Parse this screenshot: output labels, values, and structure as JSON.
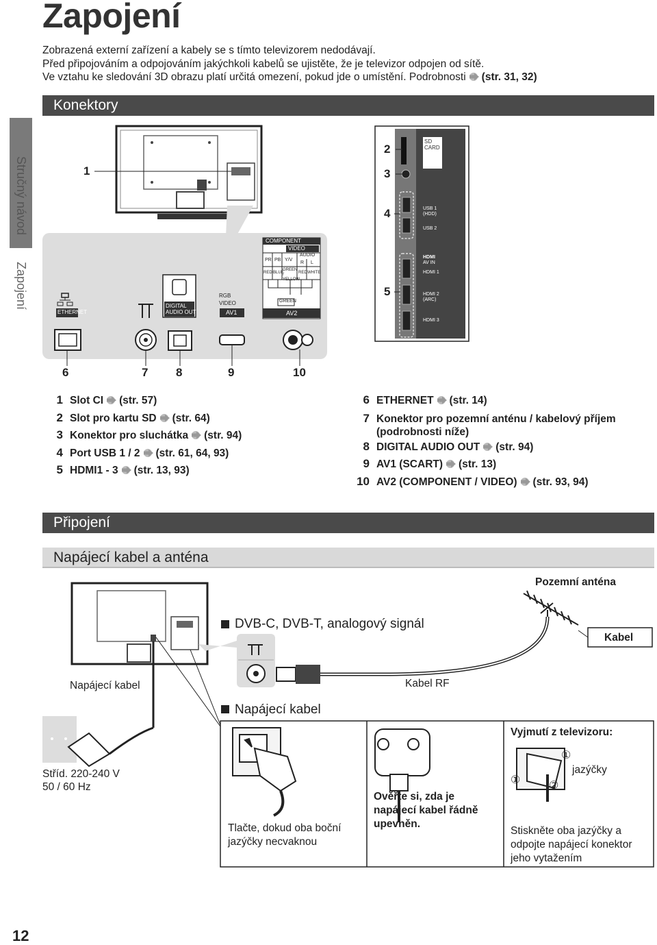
{
  "page": {
    "title": "Zapojení",
    "page_number": "12"
  },
  "intro": {
    "line1": "Zobrazená externí zařízení a kabely se s tímto televizorem nedodávají.",
    "line2": "Před připojováním a odpojováním jakýchkoli kabelů se ujistěte, že je televizor odpojen od sítě.",
    "line3": "Ve vztahu ke sledování 3D obrazu platí určitá omezení, pokud jde o umístění. Podrobnosti",
    "line3_ref": "(str. 31, 32)"
  },
  "side_tabs": {
    "active": "Stručný návod",
    "sub": "Zapojení"
  },
  "sections": {
    "konektory": "Konektory",
    "pripojeni": "Připojení",
    "napajeci_anteny": "Napájecí kabel a anténa"
  },
  "diagram_labels": {
    "component": "COMPONENT",
    "video": "VIDEO",
    "audio": "AUDIO",
    "pr": "PR",
    "pb": "PB",
    "yv": "Y/V",
    "r": "R",
    "l": "L",
    "red": "RED",
    "blue": "BLUE",
    "green_yellow": "GREEN / YELLOW",
    "red2": "RED",
    "white": "WHITE",
    "green": "GREEN",
    "av2": "AV2",
    "rgb": "RGB",
    "video2": "VIDEO",
    "av1": "AV1",
    "digital": "DIGITAL",
    "audio_out": "AUDIO OUT",
    "ethernet": "ETHERNET",
    "sd": "SD",
    "card": "CARD",
    "usb1": "USB 1",
    "hdd": "(HDD)",
    "usb2": "USB 2",
    "hdmi": "HDMI",
    "avin": "AV IN",
    "hdmi1": "HDMI 1",
    "hdmi2": "HDMI 2",
    "arc": "(ARC)",
    "hdmi3": "HDMI 3"
  },
  "callouts": [
    "1",
    "2",
    "3",
    "4",
    "5",
    "6",
    "7",
    "8",
    "9",
    "10"
  ],
  "legend_left": [
    {
      "n": "1",
      "text": "Slot CI",
      "ref": "(str. 57)"
    },
    {
      "n": "2",
      "text": "Slot pro kartu SD",
      "ref": "(str. 64)"
    },
    {
      "n": "3",
      "text": "Konektor pro sluchátka",
      "ref": "(str. 94)"
    },
    {
      "n": "4",
      "text": "Port USB 1 / 2",
      "ref": "(str. 61, 64, 93)"
    },
    {
      "n": "5",
      "text": "HDMI1 - 3",
      "ref": "(str. 13, 93)"
    }
  ],
  "legend_right": [
    {
      "n": "6",
      "text": "ETHERNET",
      "ref": "(str. 14)"
    },
    {
      "n": "7",
      "text": "Konektor pro pozemní anténu / kabelový příjem",
      "cont": "(podrobnosti níže)"
    },
    {
      "n": "8",
      "text": "DIGITAL AUDIO OUT",
      "ref": "(str. 94)"
    },
    {
      "n": "9",
      "text": "AV1 (SCART)",
      "ref": "(str. 13)"
    },
    {
      "n": "10",
      "text": "AV2 (COMPONENT / VIDEO)",
      "ref": "(str. 93, 94)"
    }
  ],
  "power": {
    "antenna": "Pozemní anténa",
    "dvb": "DVB-C, DVB-T, analogový signál",
    "kabel": "Kabel",
    "napajeci_kabel_label": "Napájecí kabel",
    "kabel_rf": "Kabel RF",
    "napajeci_kabel_heading": "Napájecí kabel",
    "strid1": "Stříd. 220-240 V",
    "strid2": "50 / 60 Hz",
    "tlacte1": "Tlačte, dokud oba boční",
    "tlacte2": "jazýčky necvaknou",
    "overte1": "Ověřte si, zda je",
    "overte2": "napájecí kabel řádně",
    "overte3": "upevněn.",
    "vyjmuti": "Vyjmutí z televizoru:",
    "jazycky": "jazýčky",
    "circ1": "①",
    "circ2": "②",
    "stisknete1": "Stiskněte oba jazýčky a",
    "stisknete2": "odpojte napájecí konektor",
    "stisknete3": "jeho vytažením"
  }
}
